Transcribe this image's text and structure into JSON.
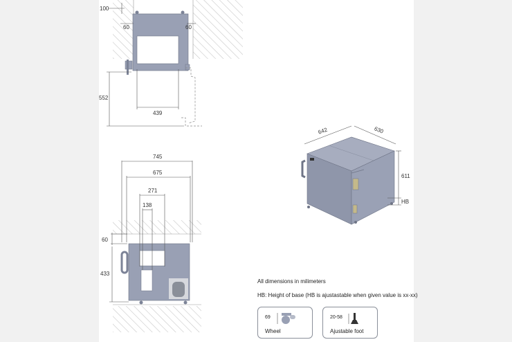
{
  "dimensions": {
    "top_view": {
      "top_gap": "100",
      "left_side_gap": "60",
      "right_side_gap": "60",
      "depth": "552",
      "inner_width": "439"
    },
    "front_view": {
      "overall_width": "745",
      "body_width": "675",
      "door_width": "271",
      "door_panel": "138",
      "top_gap": "60",
      "body_height": "433"
    },
    "iso_view": {
      "width": "642",
      "depth": "630",
      "height": "611",
      "base": "HB"
    }
  },
  "notes": {
    "units": "All dimensions in milimeters",
    "base": "HB: Height of base (HB is ajustastable when given value is xx-xx)"
  },
  "options": [
    {
      "value": "69",
      "label": "Wheel",
      "icon": "wheel-icon"
    },
    {
      "value": "20-58",
      "label": "Ajustable foot",
      "icon": "adjustable-foot-icon"
    }
  ],
  "colors": {
    "body": "#99a0b4",
    "body_dark": "#7c8397",
    "line": "#555555",
    "hatch": "#c8c8c8"
  }
}
